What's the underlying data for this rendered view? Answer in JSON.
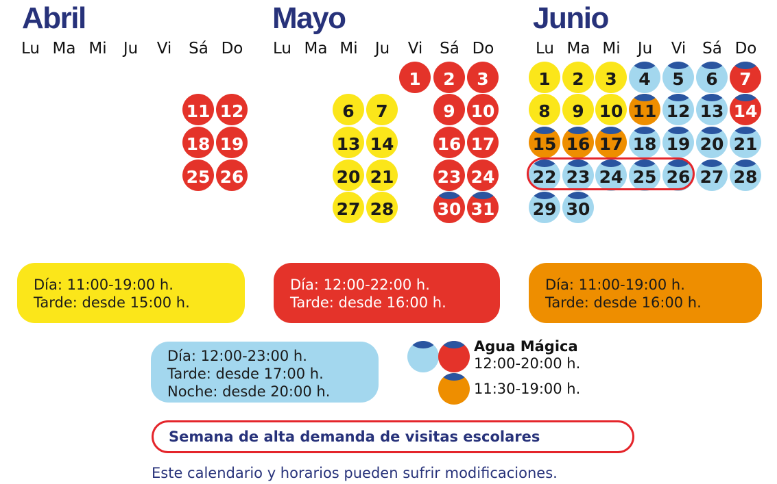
{
  "colors": {
    "yellow": "#fbe61a",
    "red": "#e4332a",
    "orange": "#ee8e00",
    "blue": "#a3d7ee",
    "cap": "#2a55a0",
    "navy": "#27327a",
    "outline": "#e4252b"
  },
  "weekdays": [
    "Lu",
    "Ma",
    "Mi",
    "Ju",
    "Vi",
    "Sá",
    "Do"
  ],
  "months": [
    {
      "name": "Abril",
      "days": [
        {
          "n": "11",
          "wd": 5,
          "week": 1,
          "type": "red"
        },
        {
          "n": "12",
          "wd": 6,
          "week": 1,
          "type": "red"
        },
        {
          "n": "18",
          "wd": 5,
          "week": 2,
          "type": "red"
        },
        {
          "n": "19",
          "wd": 6,
          "week": 2,
          "type": "red"
        },
        {
          "n": "25",
          "wd": 5,
          "week": 3,
          "type": "red"
        },
        {
          "n": "26",
          "wd": 6,
          "week": 3,
          "type": "red"
        }
      ]
    },
    {
      "name": "Mayo",
      "days": [
        {
          "n": "1",
          "wd": 4,
          "week": 0,
          "type": "red"
        },
        {
          "n": "2",
          "wd": 5,
          "week": 0,
          "type": "red"
        },
        {
          "n": "3",
          "wd": 6,
          "week": 0,
          "type": "red"
        },
        {
          "n": "6",
          "wd": 2,
          "week": 1,
          "type": "yellow"
        },
        {
          "n": "7",
          "wd": 3,
          "week": 1,
          "type": "yellow"
        },
        {
          "n": "9",
          "wd": 5,
          "week": 1,
          "type": "red"
        },
        {
          "n": "10",
          "wd": 6,
          "week": 1,
          "type": "red"
        },
        {
          "n": "13",
          "wd": 2,
          "week": 2,
          "type": "yellow"
        },
        {
          "n": "14",
          "wd": 3,
          "week": 2,
          "type": "yellow"
        },
        {
          "n": "16",
          "wd": 5,
          "week": 2,
          "type": "red"
        },
        {
          "n": "17",
          "wd": 6,
          "week": 2,
          "type": "red"
        },
        {
          "n": "20",
          "wd": 2,
          "week": 3,
          "type": "yellow"
        },
        {
          "n": "21",
          "wd": 3,
          "week": 3,
          "type": "yellow"
        },
        {
          "n": "23",
          "wd": 5,
          "week": 3,
          "type": "red"
        },
        {
          "n": "24",
          "wd": 6,
          "week": 3,
          "type": "red"
        },
        {
          "n": "27",
          "wd": 2,
          "week": 4,
          "type": "yellow"
        },
        {
          "n": "28",
          "wd": 3,
          "week": 4,
          "type": "yellow"
        },
        {
          "n": "30",
          "wd": 5,
          "week": 4,
          "type": "red",
          "agua": true
        },
        {
          "n": "31",
          "wd": 6,
          "week": 4,
          "type": "red",
          "agua": true
        }
      ]
    },
    {
      "name": "Junio",
      "days": [
        {
          "n": "1",
          "wd": 0,
          "week": 0,
          "type": "yellow"
        },
        {
          "n": "2",
          "wd": 1,
          "week": 0,
          "type": "yellow"
        },
        {
          "n": "3",
          "wd": 2,
          "week": 0,
          "type": "yellow"
        },
        {
          "n": "4",
          "wd": 3,
          "week": 0,
          "type": "blue",
          "agua": true
        },
        {
          "n": "5",
          "wd": 4,
          "week": 0,
          "type": "blue",
          "agua": true
        },
        {
          "n": "6",
          "wd": 5,
          "week": 0,
          "type": "blue",
          "agua": true
        },
        {
          "n": "7",
          "wd": 6,
          "week": 0,
          "type": "red",
          "agua": true
        },
        {
          "n": "8",
          "wd": 0,
          "week": 1,
          "type": "yellow"
        },
        {
          "n": "9",
          "wd": 1,
          "week": 1,
          "type": "yellow"
        },
        {
          "n": "10",
          "wd": 2,
          "week": 1,
          "type": "yellow"
        },
        {
          "n": "11",
          "wd": 3,
          "week": 1,
          "type": "orange",
          "agua": true
        },
        {
          "n": "12",
          "wd": 4,
          "week": 1,
          "type": "blue",
          "agua": true
        },
        {
          "n": "13",
          "wd": 5,
          "week": 1,
          "type": "blue",
          "agua": true
        },
        {
          "n": "14",
          "wd": 6,
          "week": 1,
          "type": "red",
          "agua": true
        },
        {
          "n": "15",
          "wd": 0,
          "week": 2,
          "type": "orange",
          "agua": true
        },
        {
          "n": "16",
          "wd": 1,
          "week": 2,
          "type": "orange",
          "agua": true
        },
        {
          "n": "17",
          "wd": 2,
          "week": 2,
          "type": "orange",
          "agua": true
        },
        {
          "n": "18",
          "wd": 3,
          "week": 2,
          "type": "blue",
          "agua": true
        },
        {
          "n": "19",
          "wd": 4,
          "week": 2,
          "type": "blue",
          "agua": true
        },
        {
          "n": "20",
          "wd": 5,
          "week": 2,
          "type": "blue",
          "agua": true
        },
        {
          "n": "21",
          "wd": 6,
          "week": 2,
          "type": "blue",
          "agua": true
        },
        {
          "n": "22",
          "wd": 0,
          "week": 3,
          "type": "blue",
          "agua": true
        },
        {
          "n": "23",
          "wd": 1,
          "week": 3,
          "type": "blue",
          "agua": true
        },
        {
          "n": "24",
          "wd": 2,
          "week": 3,
          "type": "blue",
          "agua": true
        },
        {
          "n": "25",
          "wd": 3,
          "week": 3,
          "type": "blue",
          "agua": true
        },
        {
          "n": "26",
          "wd": 4,
          "week": 3,
          "type": "blue",
          "agua": true
        },
        {
          "n": "27",
          "wd": 5,
          "week": 3,
          "type": "blue",
          "agua": true
        },
        {
          "n": "28",
          "wd": 6,
          "week": 3,
          "type": "blue",
          "agua": true
        },
        {
          "n": "29",
          "wd": 0,
          "week": 4,
          "type": "blue",
          "agua": true
        },
        {
          "n": "30",
          "wd": 1,
          "week": 4,
          "type": "blue",
          "agua": true
        }
      ]
    }
  ],
  "legend": {
    "yellow": [
      "Día: 11:00-19:00 h.",
      "Tarde: desde 15:00 h."
    ],
    "red": [
      "Día: 12:00-22:00 h.",
      "Tarde: desde 16:00 h."
    ],
    "orange": [
      "Día: 11:00-19:00 h.",
      "Tarde: desde 16:00 h."
    ],
    "blue": [
      "Día: 12:00-23:00 h.",
      "Tarde: desde 17:00 h.",
      "Noche: desde 20:00 h."
    ],
    "agua_title": "Agua Mágica",
    "agua_time1": "12:00-20:00 h.",
    "agua_time2": "11:30-19:00 h."
  },
  "school_week_label": "Semana de alta demanda de visitas escolares",
  "footer": "Este calendario y horarios pueden sufrir modificaciones."
}
